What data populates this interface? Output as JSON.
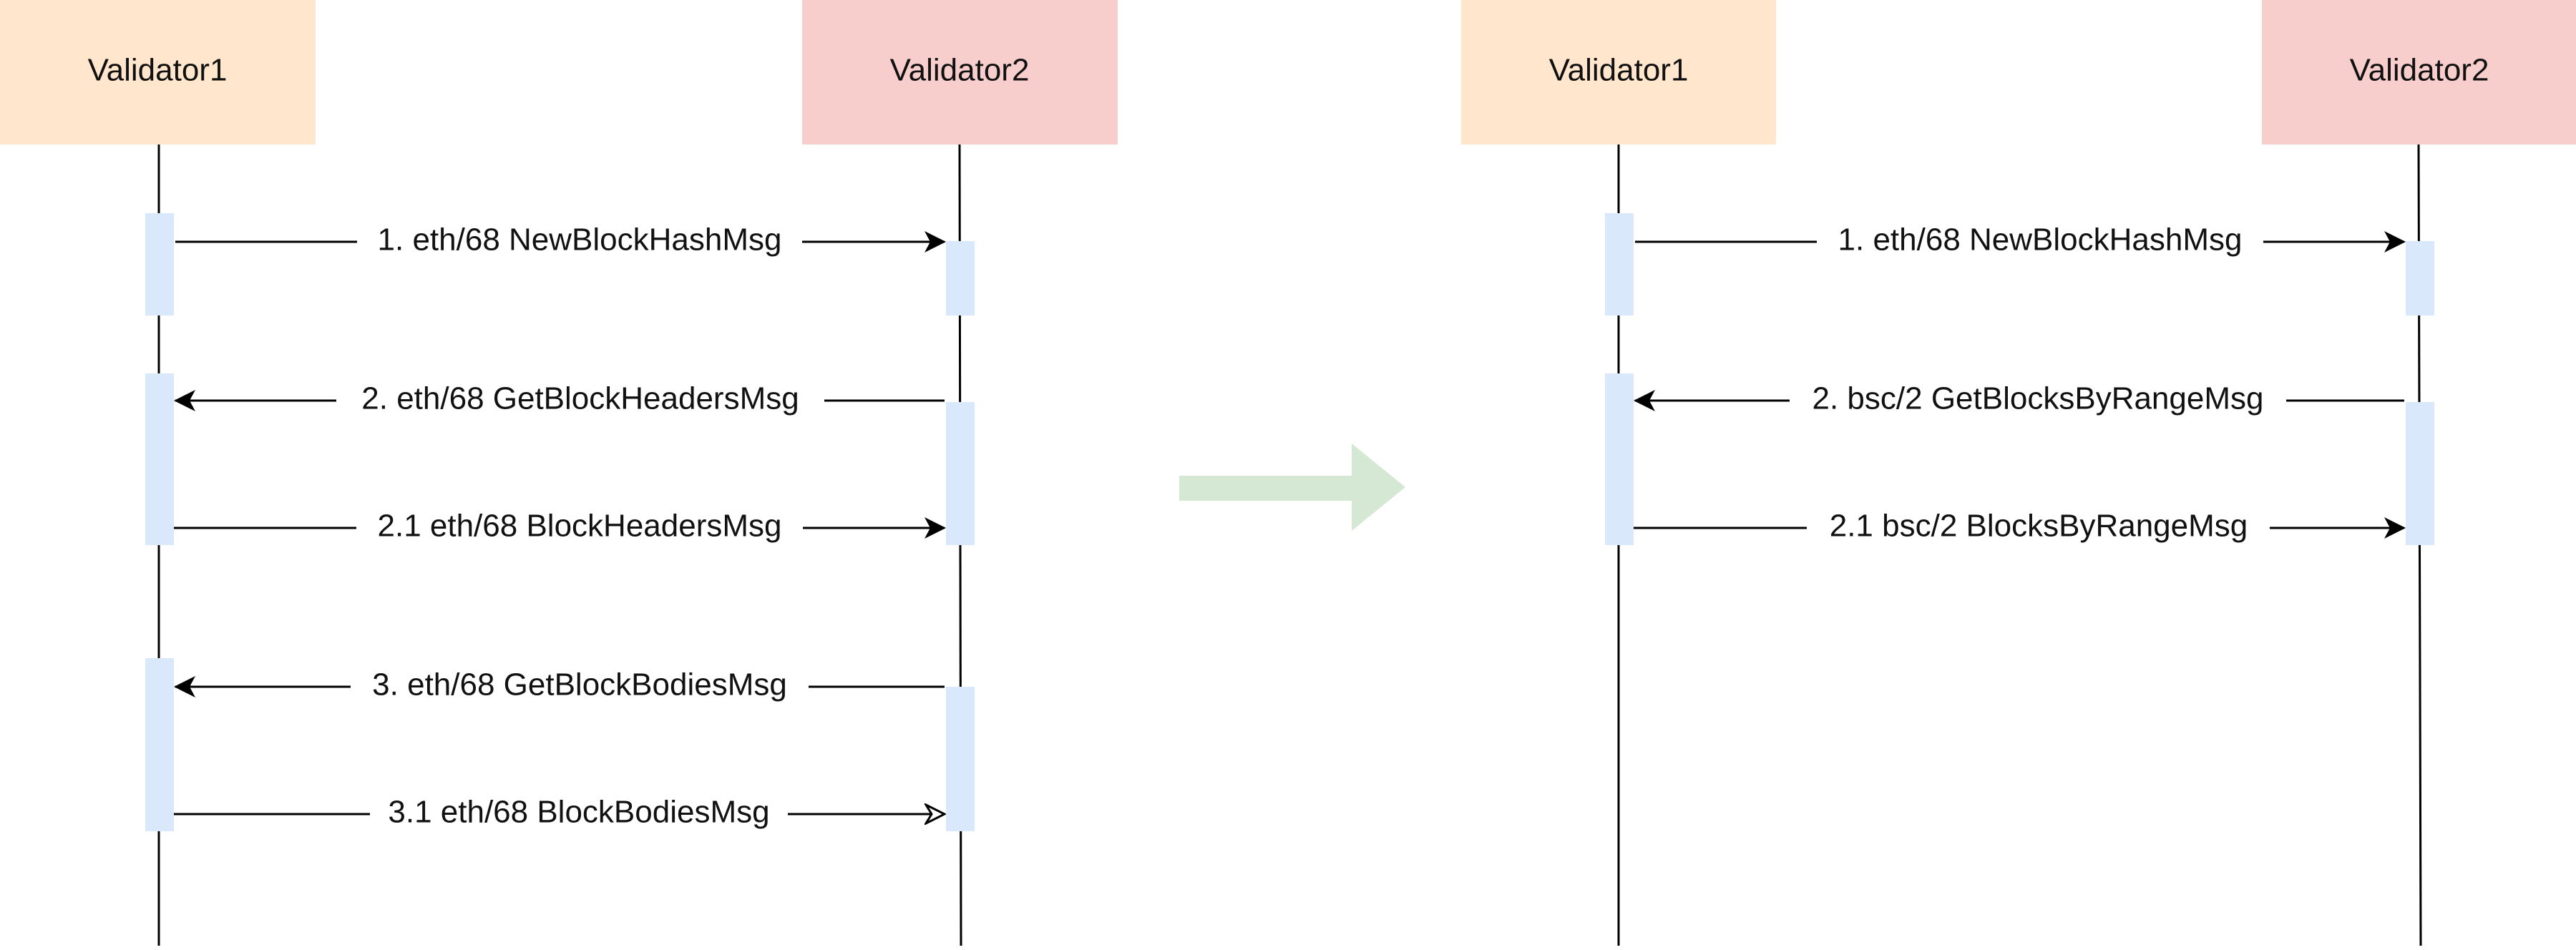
{
  "colors": {
    "validator1_box": "#FFE6CC",
    "validator2_box": "#F8CECC",
    "activation": "#DAE8FC",
    "line": "#000000",
    "transition_arrow": "#D5E8D4",
    "text": "#111111"
  },
  "diagrams": [
    {
      "participants": [
        {
          "label": "Validator1"
        },
        {
          "label": "Validator2"
        }
      ],
      "messages": [
        {
          "label": "1. eth/68 NewBlockHashMsg",
          "direction": "right",
          "head": "filled"
        },
        {
          "label": "2. eth/68 GetBlockHeadersMsg",
          "direction": "left",
          "head": "filled"
        },
        {
          "label": "2.1 eth/68 BlockHeadersMsg",
          "direction": "right",
          "head": "filled"
        },
        {
          "label": "3. eth/68 GetBlockBodiesMsg",
          "direction": "left",
          "head": "filled"
        },
        {
          "label": "3.1 eth/68 BlockBodiesMsg",
          "direction": "right",
          "head": "open"
        }
      ]
    },
    {
      "participants": [
        {
          "label": "Validator1"
        },
        {
          "label": "Validator2"
        }
      ],
      "messages": [
        {
          "label": "1. eth/68 NewBlockHashMsg",
          "direction": "right",
          "head": "filled"
        },
        {
          "label": "2. bsc/2 GetBlocksByRangeMsg",
          "direction": "left",
          "head": "filled"
        },
        {
          "label": "2.1 bsc/2 BlocksByRangeMsg",
          "direction": "right",
          "head": "filled"
        }
      ]
    }
  ],
  "transition_arrow": {
    "icon": "right-arrow-icon"
  }
}
